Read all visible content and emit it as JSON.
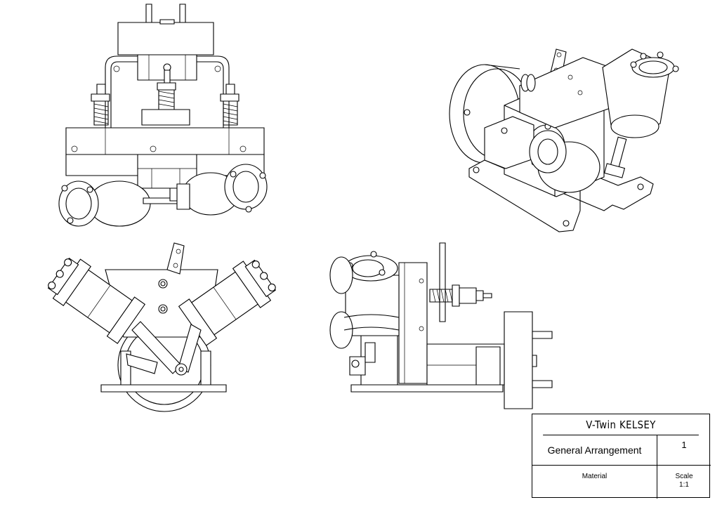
{
  "title_block": {
    "title": "V-Twin KELSEY",
    "drawing_name": "General Arrangement",
    "sheet": "1",
    "material_label": "Material",
    "scale_label": "Scale",
    "scale_value": "1:1"
  },
  "views": [
    "front-view",
    "isometric-view",
    "side-v-view",
    "end-view"
  ],
  "line_color": "#000000",
  "background_color": "#ffffff"
}
